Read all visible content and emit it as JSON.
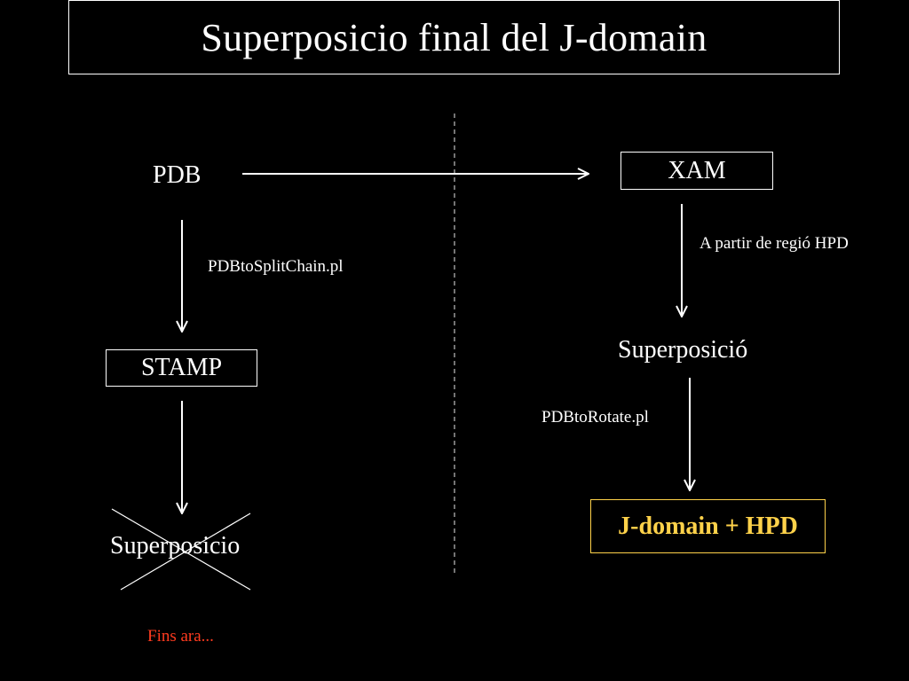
{
  "title": "Superposicio final del J-domain",
  "left_flow": {
    "start_node": "PDB",
    "step1_label": "PDBtoSplitChain.pl",
    "middle_node": "STAMP",
    "end_node": "Superposicio",
    "end_node_status": "crossed-out",
    "note": "Fins ara..."
  },
  "right_flow": {
    "start_node": "XAM",
    "step1_label": "A partir de regió HPD",
    "middle_node": "Superposició",
    "step2_label": "PDBtoRotate.pl",
    "end_node": "J-domain + HPD"
  },
  "colors": {
    "background": "#000000",
    "foreground": "#ffffff",
    "note": "#ff3b1f",
    "highlight_text": "#ffd24a",
    "highlight_border": "#ffd24a",
    "divider": "#9a9a9a"
  },
  "icons": {
    "connector": "arrow-right-icon",
    "flow": "arrow-down-icon",
    "cross_out": "x-cross-icon",
    "separator": "dashed-divider"
  }
}
